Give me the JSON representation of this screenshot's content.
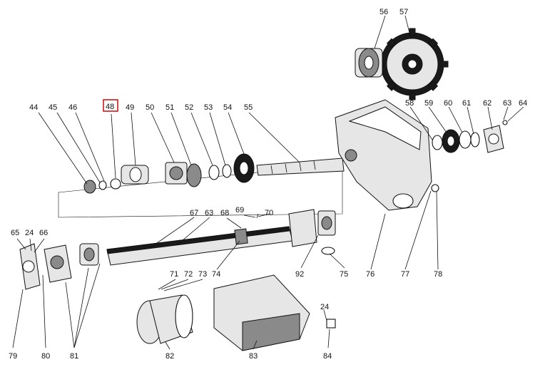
{
  "diagram": {
    "highlighted": "48",
    "highlight_color": "#d01818",
    "callouts": [
      "56",
      "57",
      "44",
      "45",
      "46",
      "48",
      "49",
      "50",
      "51",
      "52",
      "53",
      "54",
      "55",
      "58",
      "59",
      "60",
      "61",
      "62",
      "63",
      "64",
      "67",
      "63",
      "68",
      "69",
      "70",
      "65",
      "24",
      "66",
      "92",
      "75",
      "71",
      "72",
      "73",
      "74",
      "76",
      "77",
      "78",
      "24",
      "79",
      "80",
      "81",
      "82",
      "83",
      "84"
    ]
  }
}
